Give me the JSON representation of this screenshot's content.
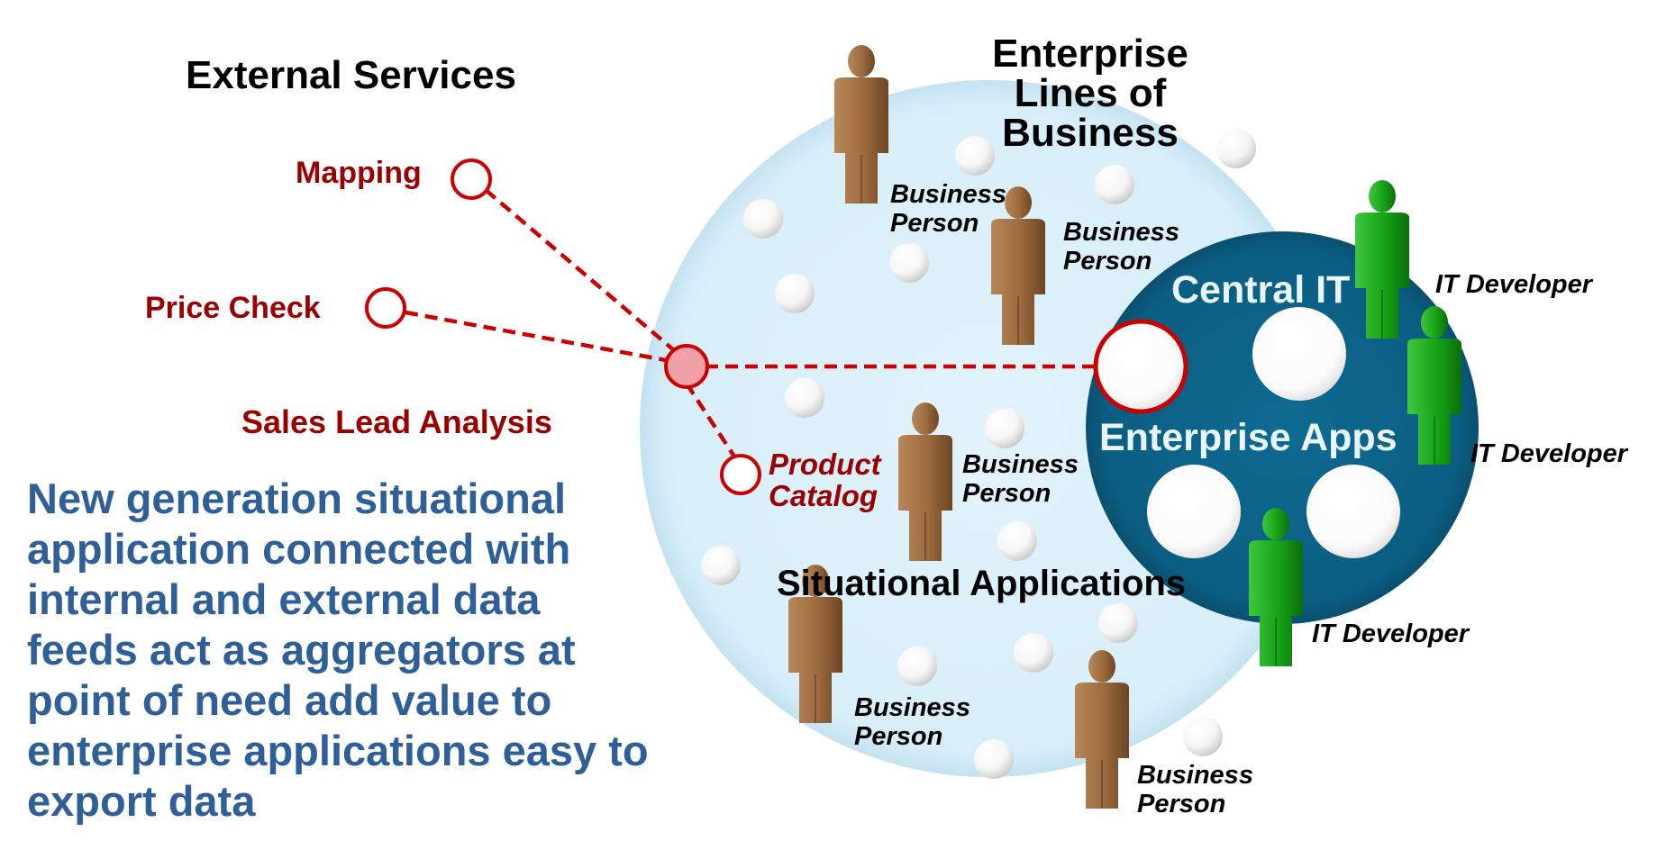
{
  "title_external": "External Services",
  "title_enterprise": "Enterprise\nLines of Business",
  "services": {
    "mapping": "Mapping",
    "price_check": "Price Check",
    "sales_lead": "Sales Lead Analysis",
    "product_catalog": "Product\nCatalog"
  },
  "central_it": "Central IT",
  "enterprise_apps": "Enterprise Apps",
  "situational_apps": "Situational Applications",
  "business_person": "Business\nPerson",
  "it_developer": "IT Developer",
  "description": "New generation situational application connected with internal and external data feeds act as aggregators at point of need add value to enterprise applications easy to export data",
  "colors": {
    "outer_circle": "#dcf0fa",
    "enterprise_circle": "#0c6287",
    "service_red": "#cc0000",
    "business_person": "#9b6a3e",
    "it_developer": "#16a216",
    "description_text": "#2f5f99"
  }
}
